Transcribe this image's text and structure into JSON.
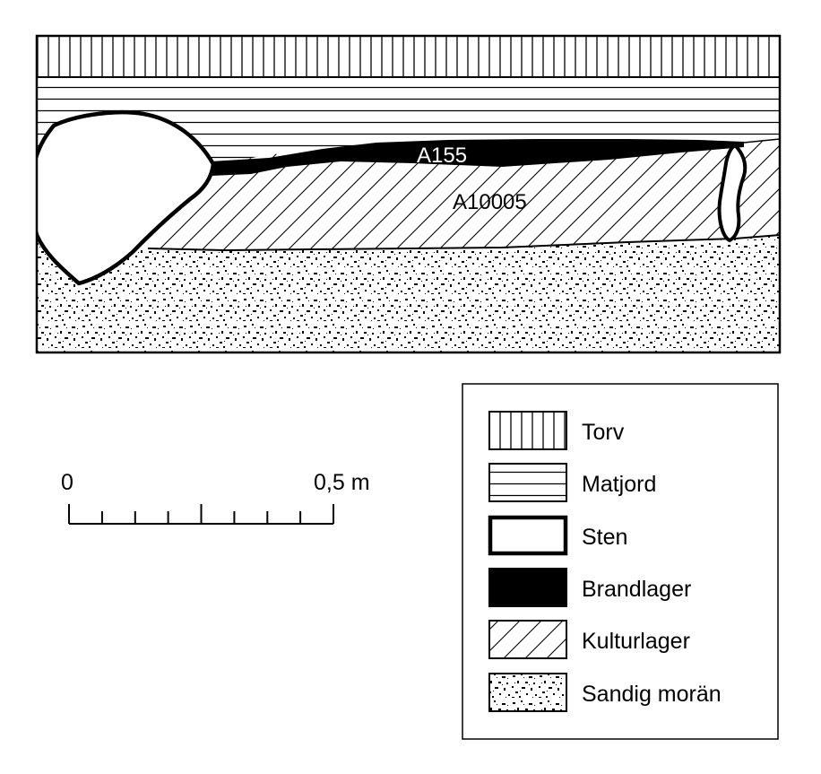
{
  "section": {
    "labels": {
      "burn_layer": "A155",
      "culture_layer": "A10005"
    }
  },
  "scale_bar": {
    "start_label": "0",
    "end_label": "0,5 m"
  },
  "legend": {
    "items": [
      {
        "label": "Torv",
        "pattern": "vertical-lines"
      },
      {
        "label": "Matjord",
        "pattern": "horizontal-lines"
      },
      {
        "label": "Sten",
        "pattern": "thick-outline"
      },
      {
        "label": "Brandlager",
        "pattern": "solid-black"
      },
      {
        "label": "Kulturlager",
        "pattern": "diagonal-hatch"
      },
      {
        "label": "Sandig morän",
        "pattern": "stipple"
      }
    ]
  }
}
